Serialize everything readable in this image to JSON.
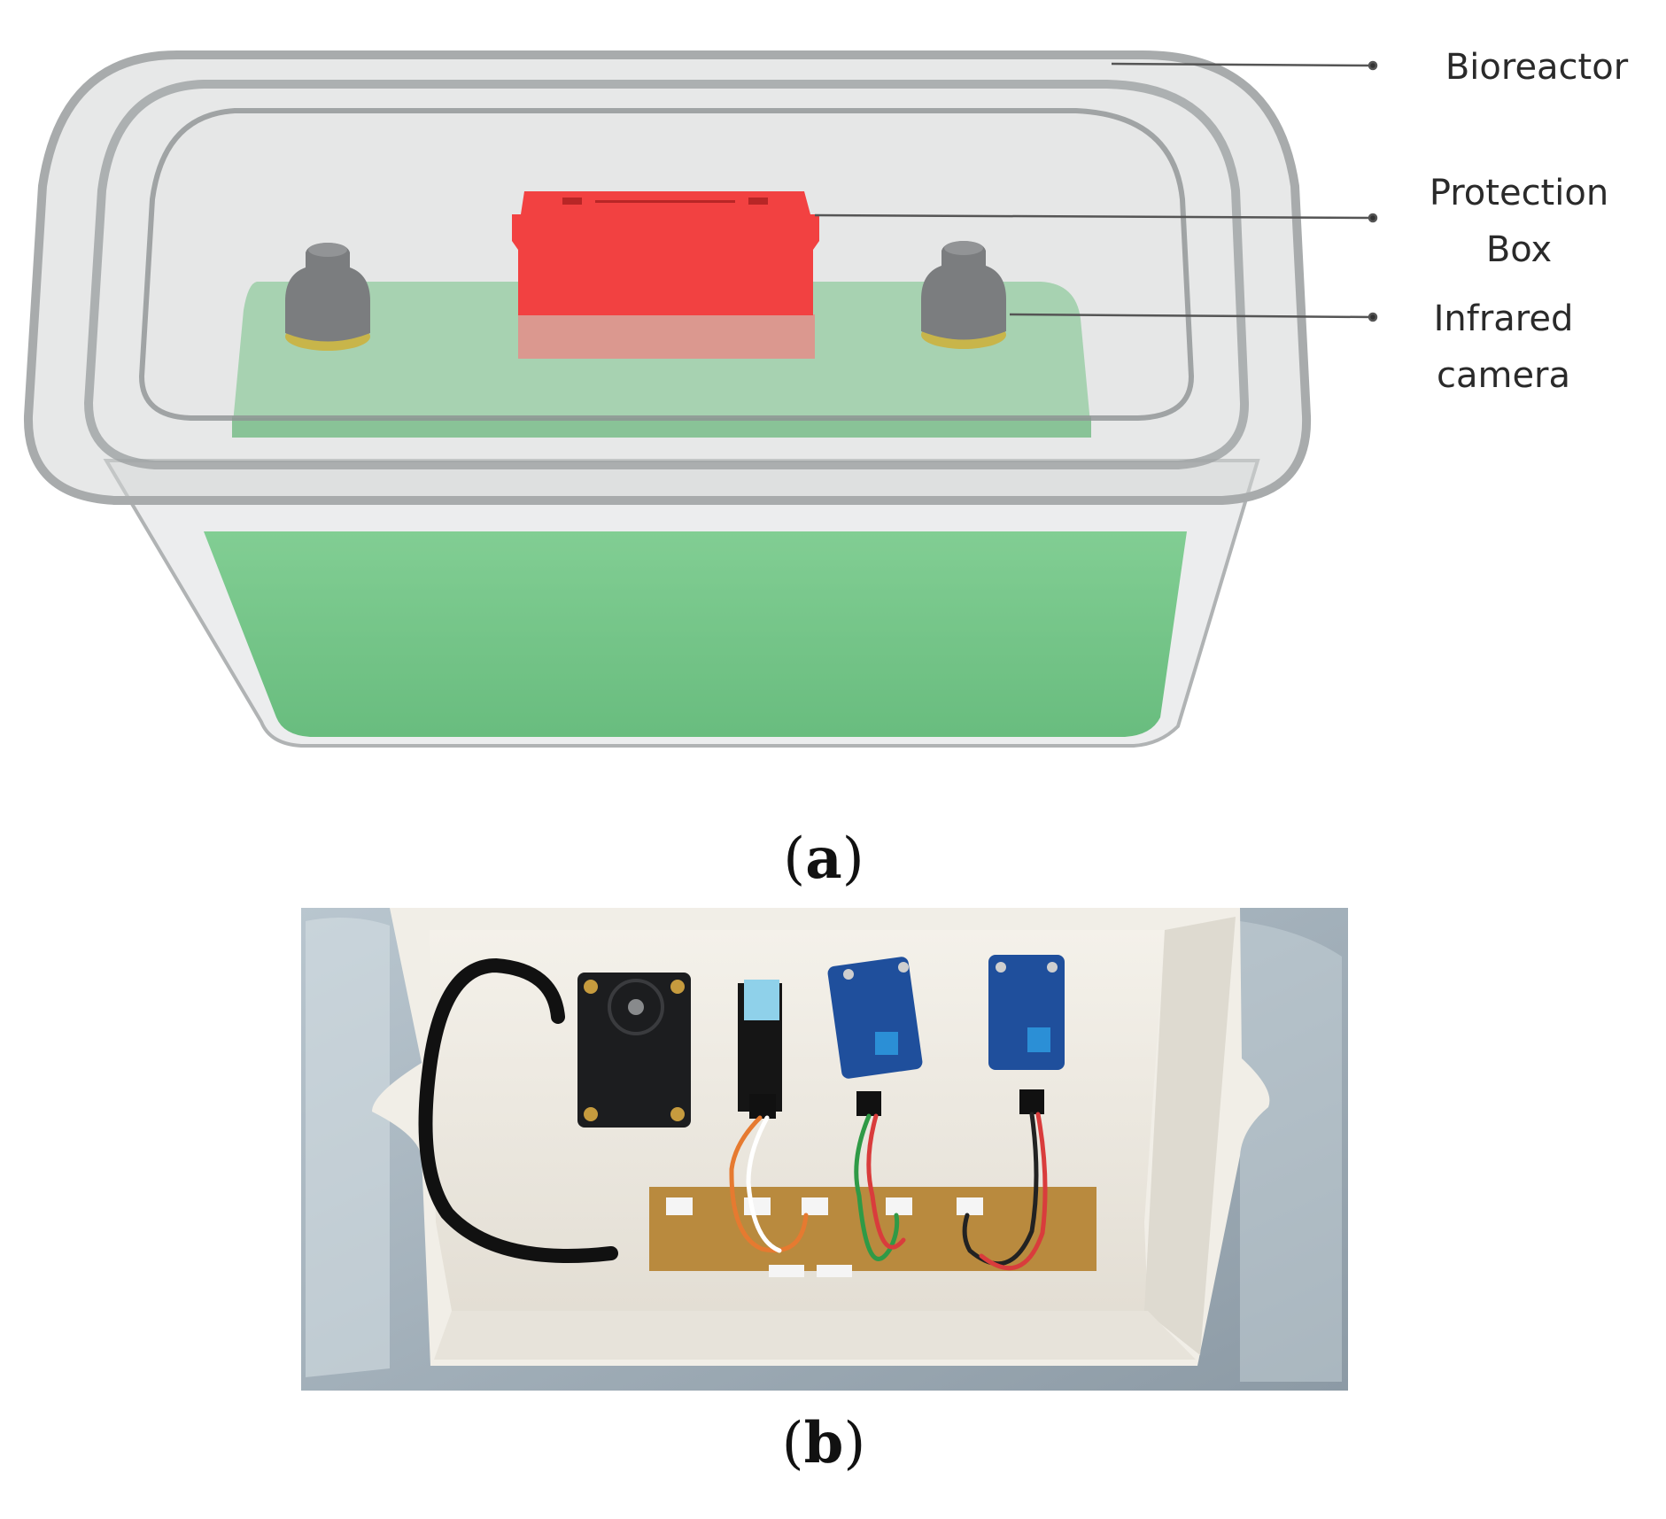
{
  "panel_a": {
    "label_open": "(",
    "label_letter": "a",
    "label_close": ")",
    "callouts": [
      {
        "line1": "Bioreactor",
        "line2": ""
      },
      {
        "line1": "Protection",
        "line2": "Box"
      },
      {
        "line1": "Infrared",
        "line2": "camera"
      }
    ]
  },
  "panel_b": {
    "label_open": "(",
    "label_letter": "b",
    "label_close": ")"
  },
  "colors": {
    "culture_green": "#3cbf5c",
    "protection_red": "#f24141",
    "container_grey": "#b9bcbd",
    "pcb_blue": "#1f4f9c",
    "board_brown": "#b98a3e"
  }
}
